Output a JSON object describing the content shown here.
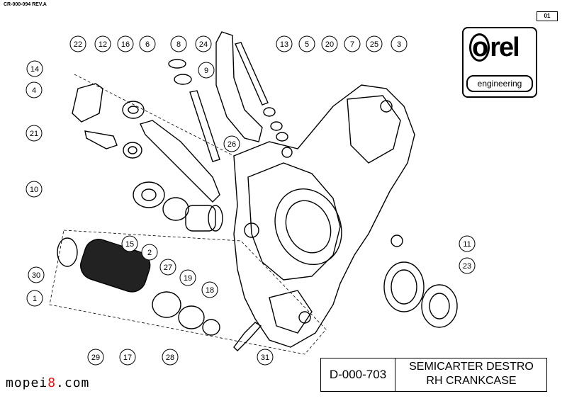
{
  "header": {
    "doc_ref": "CR-000-094 REV.A",
    "page": "01"
  },
  "logo": {
    "word": "orel",
    "tagline": "engineering"
  },
  "title_block": {
    "drawing_number": "D-000-703",
    "name_line1": "SEMICARTER  DESTRO",
    "name_line2": "RH  CRANKCASE"
  },
  "watermark": {
    "prefix": "mopei",
    "accent": "8",
    "suffix": ".com"
  },
  "callouts": [
    "22",
    "12",
    "16",
    "6",
    "8",
    "24",
    "13",
    "5",
    "20",
    "7",
    "25",
    "3",
    "14",
    "4",
    "9",
    "21",
    "26",
    "10",
    "15",
    "2",
    "27",
    "19",
    "18",
    "30",
    "1",
    "11",
    "23",
    "29",
    "17",
    "28",
    "31"
  ]
}
